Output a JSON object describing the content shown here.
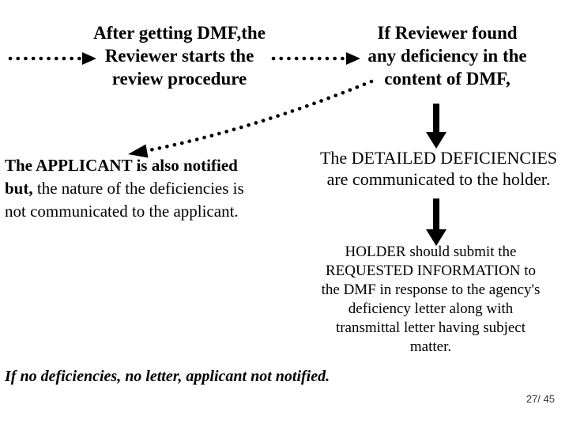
{
  "page": {
    "background": "#ffffff",
    "text_color": "#000000",
    "arrow_color": "#000000",
    "page_number": "27/ 45",
    "page_number_color": "#383838"
  },
  "blocks": {
    "top_left": {
      "lines": [
        "After getting DMF,the",
        "Reviewer starts the",
        "review procedure"
      ]
    },
    "top_right": {
      "lines": [
        "If Reviewer found",
        "any deficiency in the",
        "content of DMF,"
      ]
    },
    "applicant": {
      "line1_bold": "The APPLICANT is also notified",
      "line2_bold": "but,",
      "line2_rest": " the nature of the deficiencies is",
      "line3": "not communicated to the applicant."
    },
    "detailed": {
      "lines": [
        "The DETAILED DEFICIENCIES",
        "are communicated to the holder."
      ]
    },
    "holder": {
      "lines": [
        "HOLDER should submit the",
        "REQUESTED INFORMATION to",
        "the DMF in response to the agency's",
        "deficiency letter along with",
        "transmittal letter having subject",
        "matter."
      ]
    },
    "footer": "If no deficiencies, no letter, applicant not notified."
  },
  "arrows": {
    "dotted_left": "dotted-arrow-right",
    "dotted_middle": "dotted-arrow-right",
    "dotted_diagonal": "dotted-arrow-down-left",
    "solid_down_1": "solid-arrow-down",
    "solid_down_2": "solid-arrow-down"
  }
}
